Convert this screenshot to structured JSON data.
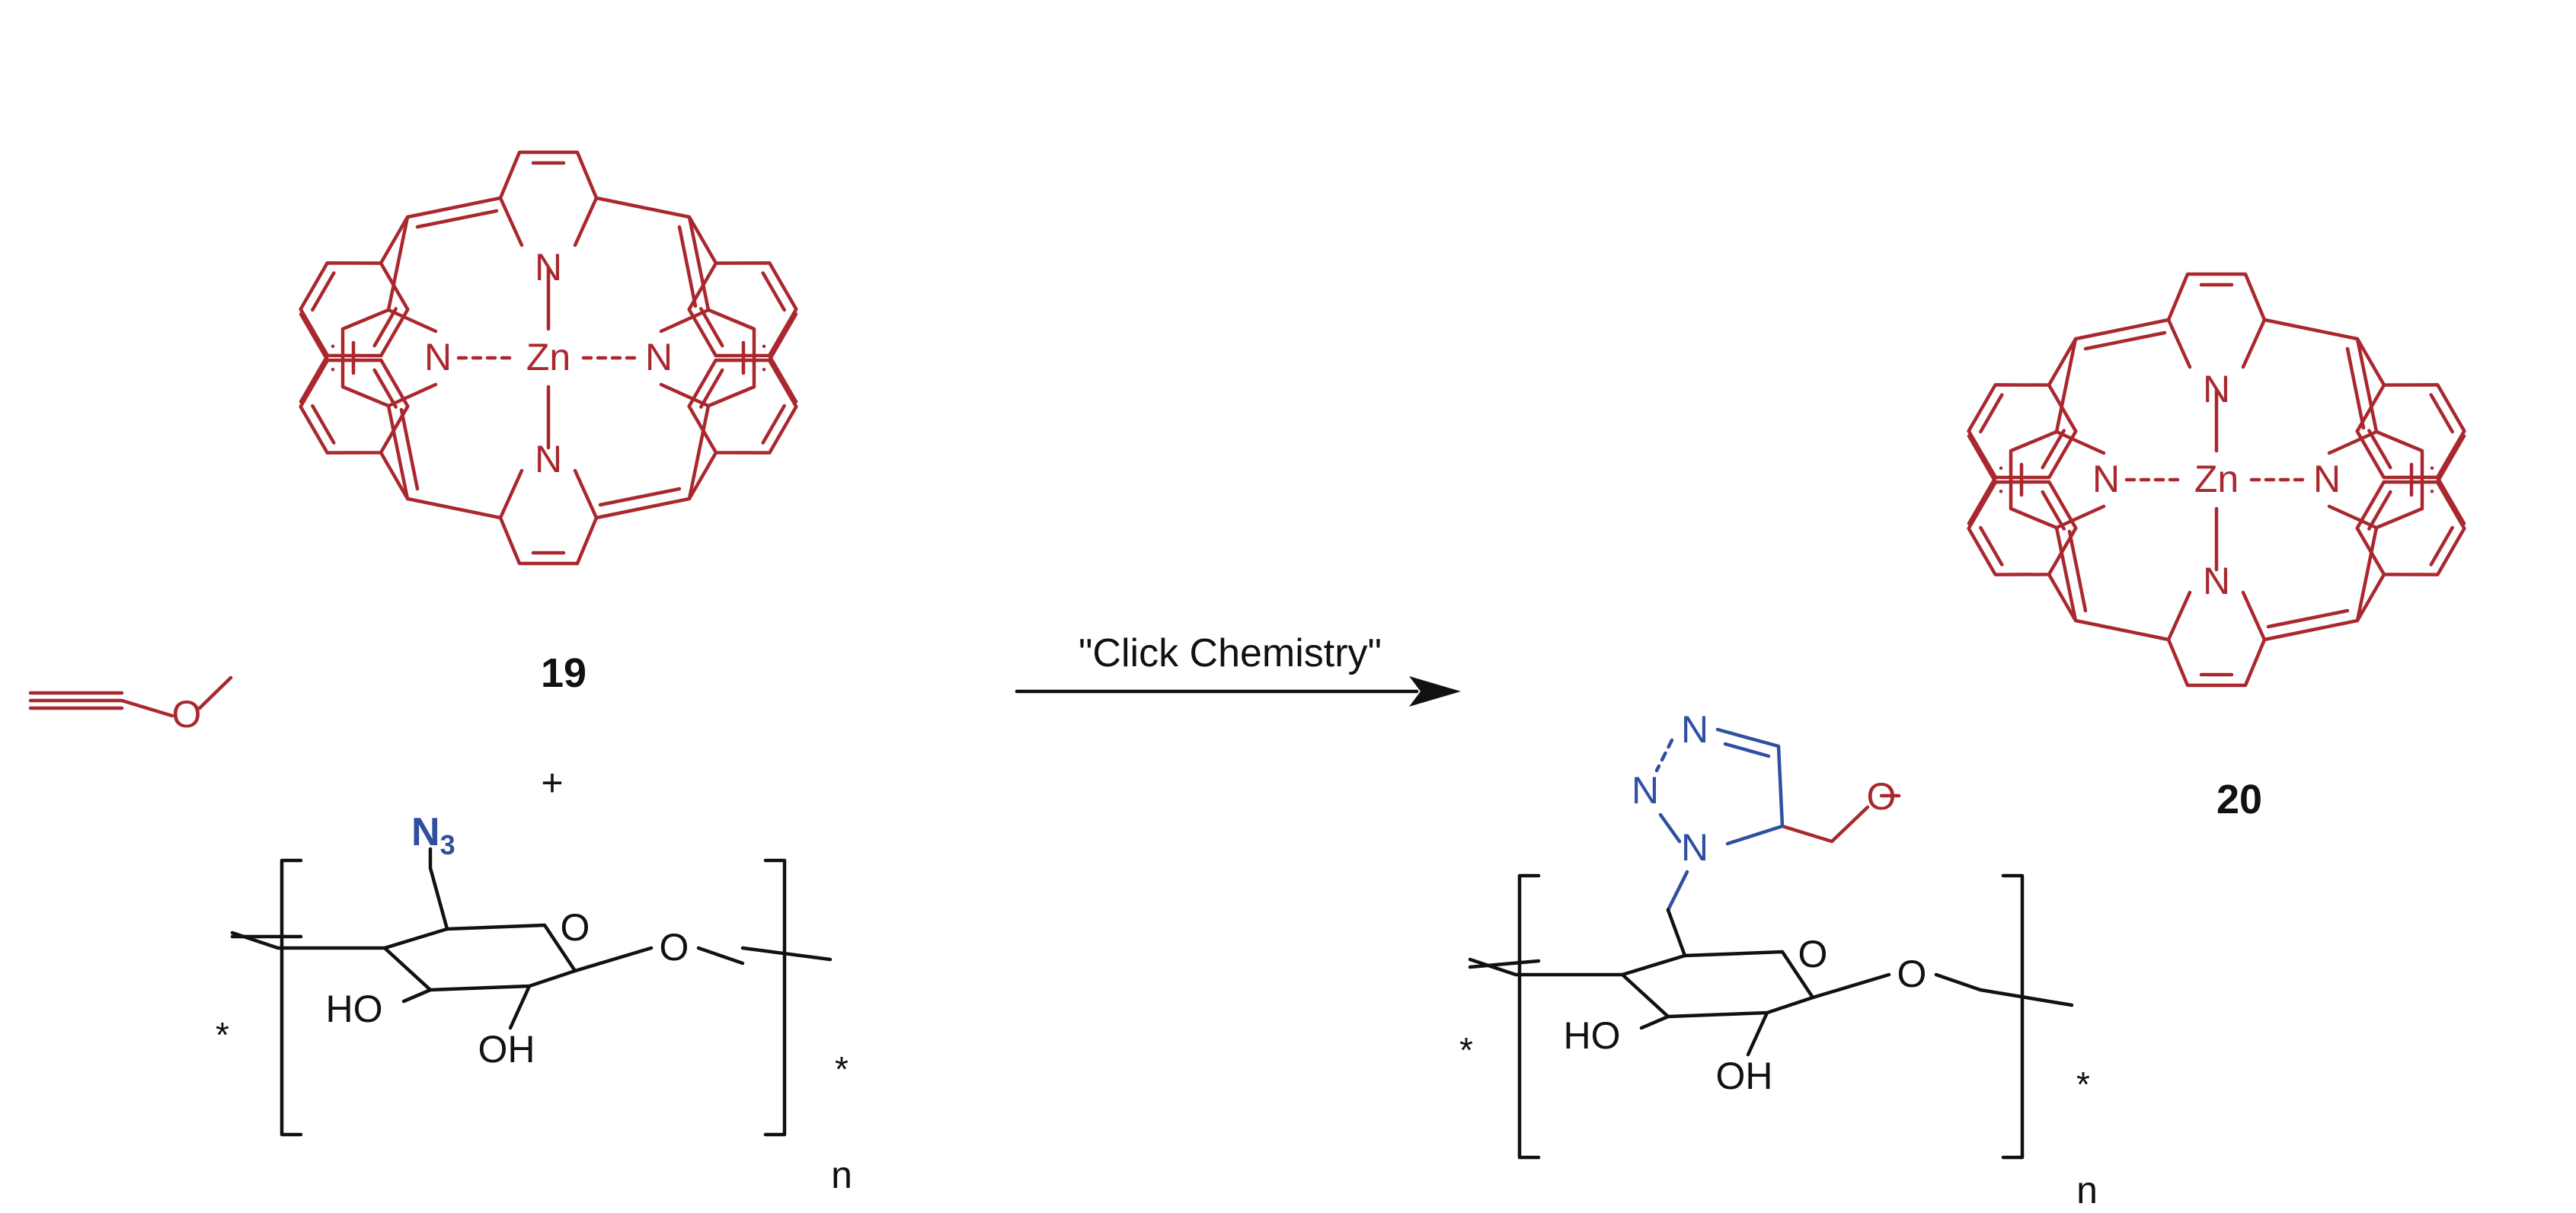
{
  "colors": {
    "porphyrin": "#a9282e",
    "triazole": "#2f4f9f",
    "chitosan": "#111111"
  },
  "compounds": {
    "c19": {
      "number": "19",
      "atoms": {
        "n_top": "N",
        "n_left": "N",
        "n_right": "N",
        "n_bottom": "N",
        "metal": "Zn",
        "oxygen": "O"
      }
    },
    "c20": {
      "number": "20",
      "atoms": {
        "n_top": "N",
        "n_left": "N",
        "n_right": "N",
        "n_bottom": "N",
        "metal": "Zn",
        "oxygen": "O",
        "triazole_n1": "N",
        "triazole_n2": "N",
        "triazole_n3": "N"
      }
    }
  },
  "plus_sign": "+",
  "azide": {
    "main": "N",
    "subscript": "3"
  },
  "polymer_left": {
    "ring_o": "O",
    "glyco_o": "O",
    "oh_left": "HO",
    "oh_bottom": "OH",
    "star_left": "*",
    "star_right": "*",
    "repeat": "n"
  },
  "polymer_right": {
    "ring_o": "O",
    "glyco_o": "O",
    "oh_left": "HO",
    "oh_bottom": "OH",
    "star_left": "*",
    "star_right": "*",
    "repeat": "n"
  },
  "reaction": {
    "condition": "\"Click Chemistry\""
  }
}
